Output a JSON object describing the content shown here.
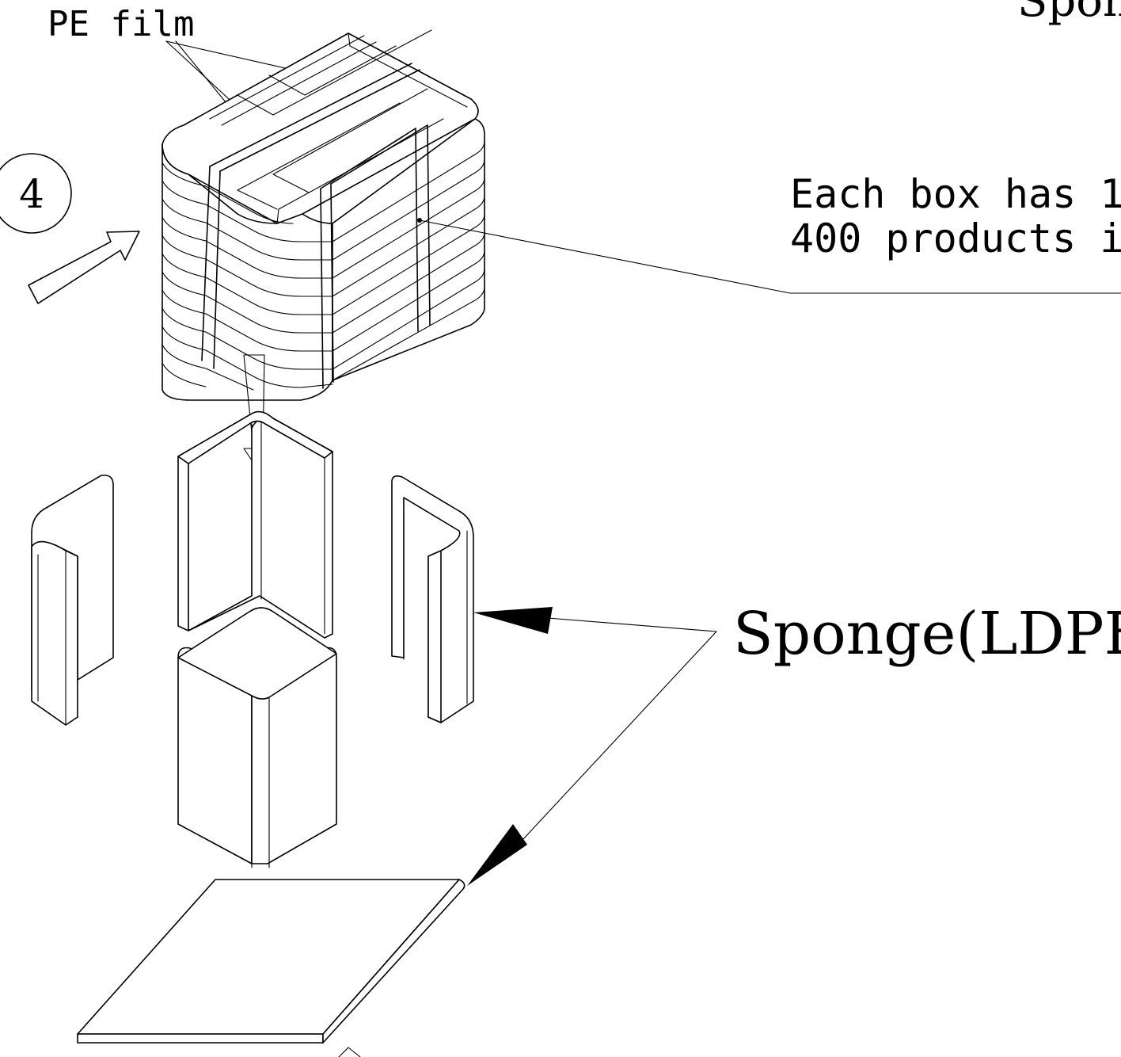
{
  "labels": {
    "pe_film": "PE film",
    "top_right_cut": "Spon",
    "box_note_line1": "Each box has 1",
    "box_note_line2": "400 products i",
    "sponge_ldpe": "Sponge(LDPE)",
    "step_number": "4"
  },
  "colors": {
    "line": "#000000",
    "background": "#ffffff"
  },
  "icons": {
    "step_marker": "circled-number",
    "insert_arrow": "hollow-arrow",
    "leader_arrow": "filled-arrowhead"
  }
}
